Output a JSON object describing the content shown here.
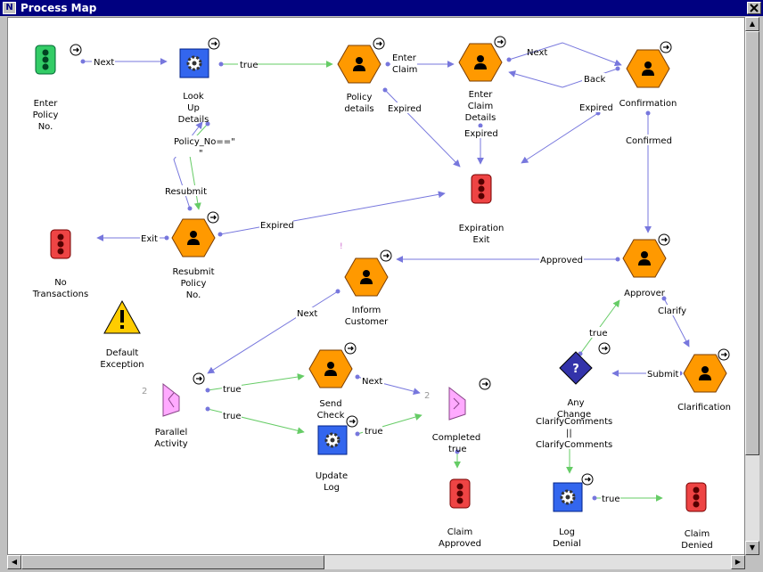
{
  "window": {
    "title": "Process Map",
    "icon_letter": "N"
  },
  "icons": {
    "close": "close-icon",
    "go": "arrow-right-circle-icon"
  },
  "colors": {
    "blue_edge": "#7777dd",
    "green_edge": "#66cc66",
    "hexagon": "#ff9900",
    "stop_light": "#ee4444",
    "start_light": "#33cc66",
    "subprocess": "#3366ee",
    "clarify": "#3333aa",
    "parallel": "#ffaaff",
    "warning": "#ffcc00"
  },
  "nodes": {
    "enter_policy": [
      "Enter",
      "Policy",
      "No."
    ],
    "lookup": [
      "Look",
      "Up",
      "Details"
    ],
    "policy_details": [
      "Policy",
      "details"
    ],
    "enter_claim": [
      "Enter",
      "Claim",
      "Details"
    ],
    "confirmation": [
      "Confirmation"
    ],
    "expiration": [
      "Expiration",
      "Exit"
    ],
    "no_trans": [
      "No",
      "Transactions"
    ],
    "resubmit": [
      "Resubmit",
      "Policy",
      "No."
    ],
    "inform": [
      "Inform",
      "Customer"
    ],
    "approver": [
      "Approver"
    ],
    "default_exc": [
      "Default",
      "Exception"
    ],
    "parallel": [
      "Parallel",
      "Activity"
    ],
    "send_check": [
      "Send",
      "Check"
    ],
    "update_log": [
      "Update",
      "Log"
    ],
    "completed": [
      "Completed"
    ],
    "any_change": [
      "Any",
      "Change"
    ],
    "clarification": [
      "Clarification"
    ],
    "claim_approved": [
      "Claim",
      "Approved"
    ],
    "log_denial": [
      "Log",
      "Denial"
    ],
    "claim_denied": [
      "Claim",
      "Denied"
    ]
  },
  "edges": {
    "next1": "Next",
    "true1": "true",
    "enter_claim": [
      "Enter",
      "Claim"
    ],
    "next2": "Next",
    "back": "Back",
    "expired_pd": "Expired",
    "expired_conf": "Expired",
    "expired_ec": "Expired",
    "confirmed": "Confirmed",
    "policy_cond": [
      "Policy_No==\"",
      "\""
    ],
    "resubmit": "Resubmit",
    "exit": "Exit",
    "expired_rs": "Expired",
    "approved": "Approved",
    "next_inform": "Next",
    "clarify": "Clarify",
    "true_any": "true",
    "submit": "Submit",
    "true_send": "true",
    "true_log": "true",
    "next_send": "Next",
    "true_update": "true",
    "true_complete": "true",
    "clarify_cond": [
      "ClarifyComments",
      "||",
      "ClarifyComments"
    ],
    "true_denied": "true"
  },
  "markers": {
    "parallel_count": "2",
    "completed_count": "2",
    "inform_mark": "!"
  }
}
